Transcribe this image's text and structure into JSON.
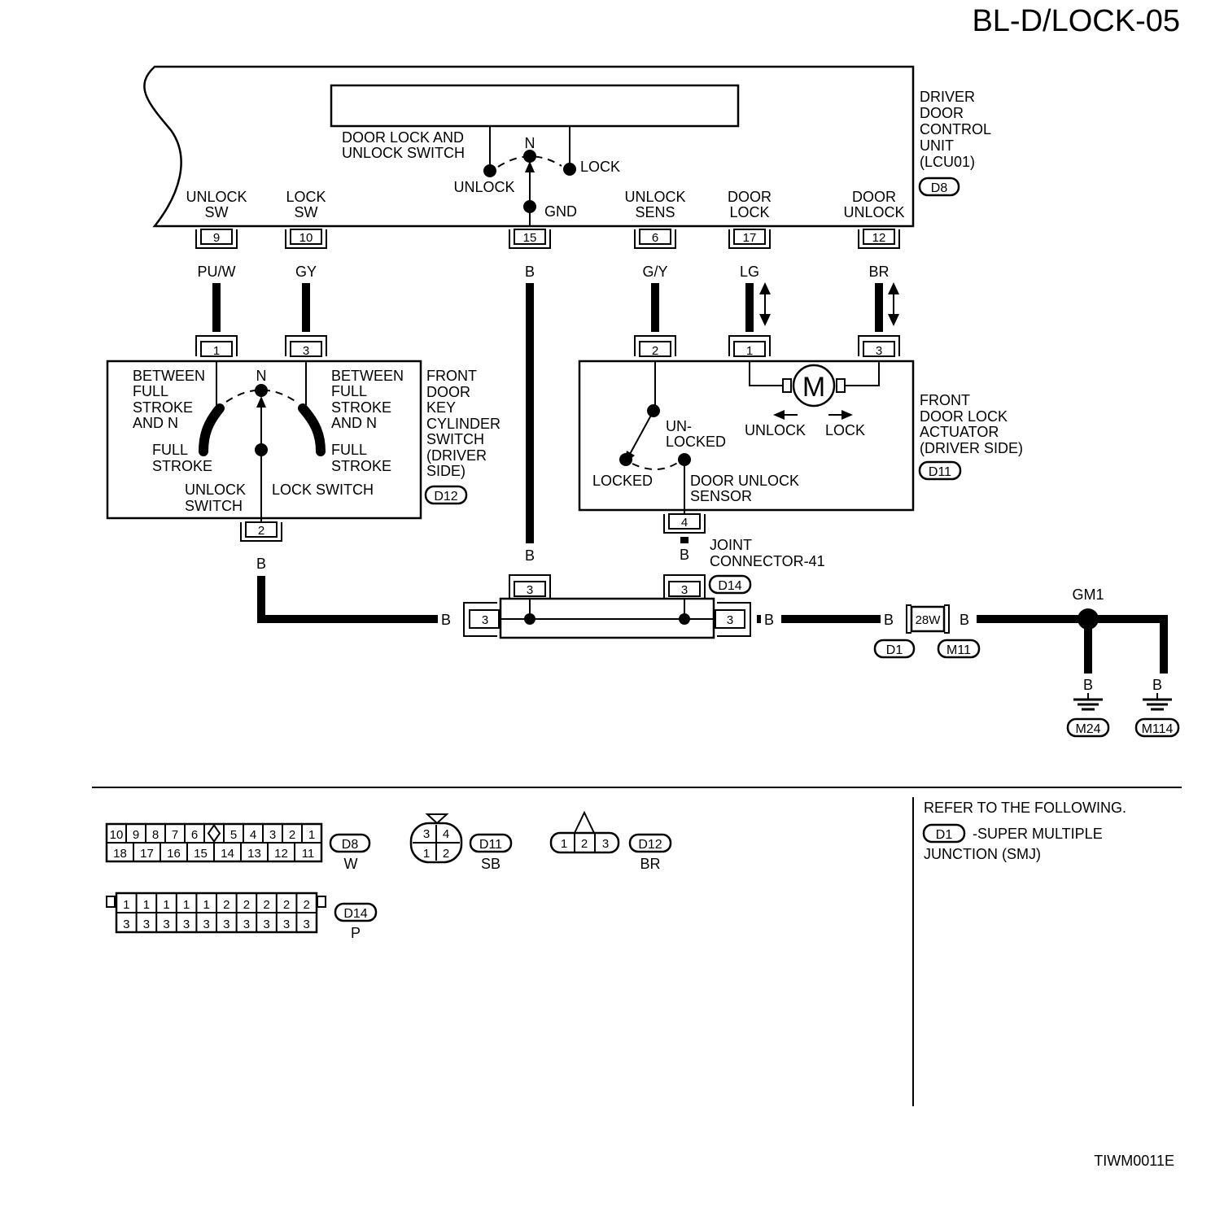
{
  "page_code": "BL-D/LOCK-05",
  "figure_code": "TIWM0011E",
  "lcu": {
    "name_lines": [
      "DRIVER",
      "DOOR",
      "CONTROL",
      "UNIT",
      "(LCU01)"
    ],
    "connector": "D8",
    "switch_label_lines": [
      "DOOR LOCK AND",
      "UNLOCK SWITCH"
    ],
    "switch_positions": {
      "n": "N",
      "unlock": "UNLOCK",
      "lock": "LOCK",
      "gnd": "GND"
    },
    "terminals": [
      {
        "label_lines": [
          "UNLOCK",
          "SW"
        ],
        "pin": "9",
        "wire": "PU/W"
      },
      {
        "label_lines": [
          "LOCK",
          "SW"
        ],
        "pin": "10",
        "wire": "GY"
      },
      {
        "label_lines": [],
        "pin": "15",
        "wire": "B"
      },
      {
        "label_lines": [
          "UNLOCK",
          "SENS"
        ],
        "pin": "6",
        "wire": "G/Y"
      },
      {
        "label_lines": [
          "DOOR",
          "LOCK"
        ],
        "pin": "17",
        "wire": "LG"
      },
      {
        "label_lines": [
          "DOOR",
          "UNLOCK"
        ],
        "pin": "12",
        "wire": "BR"
      }
    ]
  },
  "key_switch": {
    "name_lines": [
      "FRONT",
      "DOOR",
      "KEY",
      "CYLINDER",
      "SWITCH",
      "(DRIVER",
      " SIDE)"
    ],
    "connector": "D12",
    "pins": {
      "unlock": "1",
      "lock": "3",
      "ground": "2"
    },
    "n": "N",
    "left_lines": [
      "BETWEEN",
      "FULL",
      "STROKE",
      "AND N"
    ],
    "right_lines": [
      "BETWEEN",
      "FULL",
      "STROKE",
      "AND N"
    ],
    "full_stroke_left": [
      "FULL",
      "STROKE"
    ],
    "full_stroke_right": [
      "FULL",
      "STROKE"
    ],
    "unlock_switch_lines": [
      "UNLOCK",
      "SWITCH"
    ],
    "lock_switch": "LOCK SWITCH",
    "ground_wire": "B"
  },
  "actuator": {
    "name_lines": [
      "FRONT",
      "DOOR LOCK",
      "ACTUATOR",
      "(DRIVER SIDE)"
    ],
    "connector": "D11",
    "pins": {
      "sensor": "2",
      "lock": "1",
      "unlock": "3",
      "ground": "4"
    },
    "motor": "M",
    "unlock": "UNLOCK",
    "lock": "LOCK",
    "unlocked_lines": [
      "UN-",
      "LOCKED"
    ],
    "locked": "LOCKED",
    "sensor_lines": [
      "DOOR UNLOCK",
      "SENSOR"
    ],
    "ground_wire": "B"
  },
  "joint": {
    "name_lines": [
      "JOINT",
      "CONNECTOR-41"
    ],
    "connector": "D14",
    "pin": "3",
    "wire": "B"
  },
  "ground": {
    "smj_pin": "28W",
    "smj_connectors": [
      "D1",
      "M11"
    ],
    "point": "GM1",
    "wire": "B",
    "grounds": [
      "M24",
      "M114"
    ]
  },
  "connector_views": {
    "d8": {
      "id": "D8",
      "color": "W",
      "top_row": [
        "10",
        "9",
        "8",
        "7",
        "6",
        "",
        "5",
        "4",
        "3",
        "2",
        "1"
      ],
      "bottom_row": [
        "18",
        "17",
        "16",
        "15",
        "14",
        "13",
        "12",
        "11"
      ]
    },
    "d11": {
      "id": "D11",
      "color": "SB",
      "pins": [
        "3",
        "4",
        "1",
        "2"
      ]
    },
    "d12": {
      "id": "D12",
      "color": "BR",
      "pins": [
        "1",
        "2",
        "3"
      ]
    },
    "d14": {
      "id": "D14",
      "color": "P",
      "top_row": [
        "1",
        "1",
        "1",
        "1",
        "1",
        "2",
        "2",
        "2",
        "2",
        "2"
      ],
      "bottom_row": [
        "3",
        "3",
        "3",
        "3",
        "3",
        "3",
        "3",
        "3",
        "3",
        "3"
      ]
    }
  },
  "refer": {
    "heading": "REFER TO THE FOLLOWING.",
    "connector": "D1",
    "line1": "-SUPER MULTIPLE",
    "line2": "JUNCTION (SMJ)"
  }
}
